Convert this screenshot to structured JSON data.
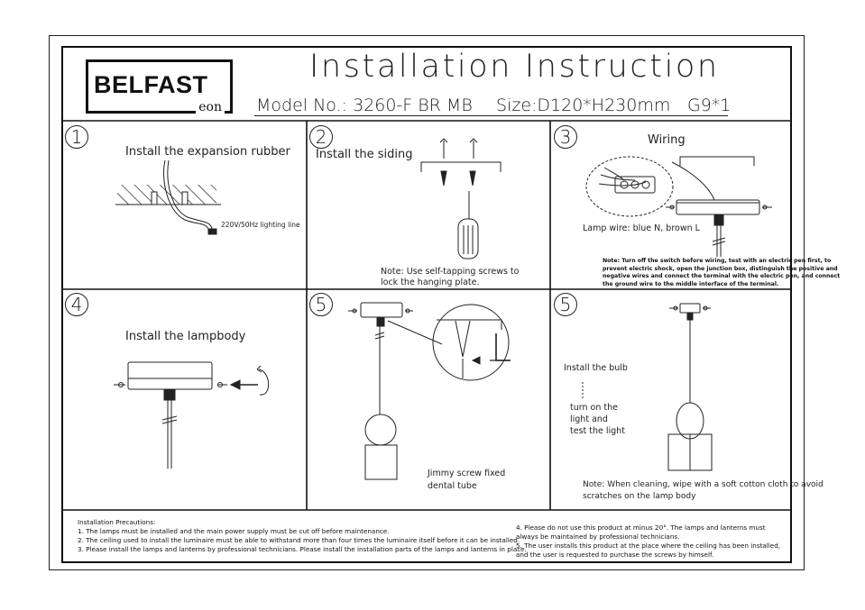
{
  "brand": {
    "name": "BELFAST",
    "sub": "eon"
  },
  "document": {
    "title": "Installation Instruction",
    "model": "Model No.: 3260-F BR MB",
    "size": "Size:D120*H230mm",
    "bulb": "G9*1"
  },
  "steps": [
    {
      "number": "1",
      "title": "Install the expansion rubber",
      "wire_label": "220V/50Hz lighting line"
    },
    {
      "number": "2",
      "title": "Install the siding",
      "note_1": "Note: Use self-tapping screws to",
      "note_2": "lock the hanging plate."
    },
    {
      "number": "3",
      "title": "Wiring",
      "lamp_wire": "Lamp wire: blue N, brown L",
      "note_lines": [
        "Note: Turn off the switch before wiring, test with an electric pen first, to",
        "prevent electric shock, open the junction box, distinguish the positive and",
        "negative wires and connect the terminal with the electric pen, and connect",
        "the ground wire to the middle interface of the terminal."
      ]
    },
    {
      "number": "4",
      "title": "Install the lampbody"
    },
    {
      "number": "5",
      "note_1": "Jimmy screw fixed",
      "note_2": "dental tube"
    },
    {
      "number": "5",
      "title": "Install the bulb",
      "line_1": "turn on the",
      "line_2": "light and",
      "line_3": "test the light",
      "note_1": "Note: When cleaning, wipe with a soft cotton cloth to avoid",
      "note_2": "scratches on the lamp body"
    }
  ],
  "precautions": {
    "title": "Installation Precautions:",
    "left": [
      "1. The lamps must be installed and the main power supply must be cut off before maintenance.",
      "2. The ceiling used to install the luminaire must be able to withstand more than four times the luminaire itself before it can be installed.",
      "3. Please install the lamps and lanterns by professional technicians. Please install the installation parts of the lamps and lanterns in place."
    ],
    "right": [
      "4. Please do not use this product at minus 20°. The lamps and lanterns must always be maintained by professional technicians.",
      "5. The user installs this product at the place where the ceiling has been installed, and the user is requested to purchase the screws by himself."
    ]
  }
}
